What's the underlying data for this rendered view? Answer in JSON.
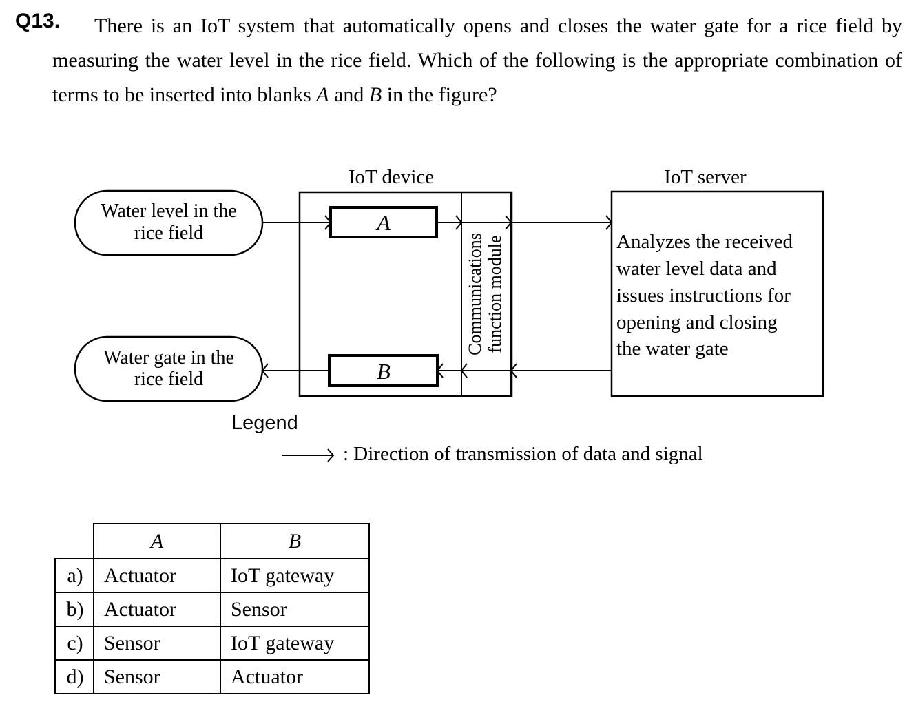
{
  "question": {
    "number": "Q13.",
    "text_before_A": "There is an IoT system that automatically opens and closes the water gate for a rice field by measuring the water level in the rice field. Which of the following is the appropriate combination of terms to be inserted into blanks ",
    "blank_A": "A",
    "text_between": " and ",
    "blank_B": "B",
    "text_after": " in the figure?"
  },
  "figure": {
    "iot_device_label": "IoT device",
    "iot_server_label": "IoT server",
    "water_level_line1": "Water level in the",
    "water_level_line2": "rice field",
    "water_gate_line1": "Water gate in the",
    "water_gate_line2": "rice field",
    "box_a_label": "A",
    "box_b_label": "B",
    "comm_module_line1": "Communications",
    "comm_module_line2": "function module",
    "server_text": [
      "Analyzes the received",
      "water level data and",
      "issues instructions for",
      "opening and closing",
      "the water gate"
    ]
  },
  "legend": {
    "title": "Legend",
    "arrow_description": ": Direction of transmission of data and signal"
  },
  "answer_table": {
    "headers": [
      "A",
      "B"
    ],
    "rows": [
      {
        "label": "a)",
        "a": "Actuator",
        "b": "IoT gateway"
      },
      {
        "label": "b)",
        "a": "Actuator",
        "b": "Sensor"
      },
      {
        "label": "c)",
        "a": "Sensor",
        "b": "IoT gateway"
      },
      {
        "label": "d)",
        "a": "Sensor",
        "b": "Actuator"
      }
    ]
  }
}
